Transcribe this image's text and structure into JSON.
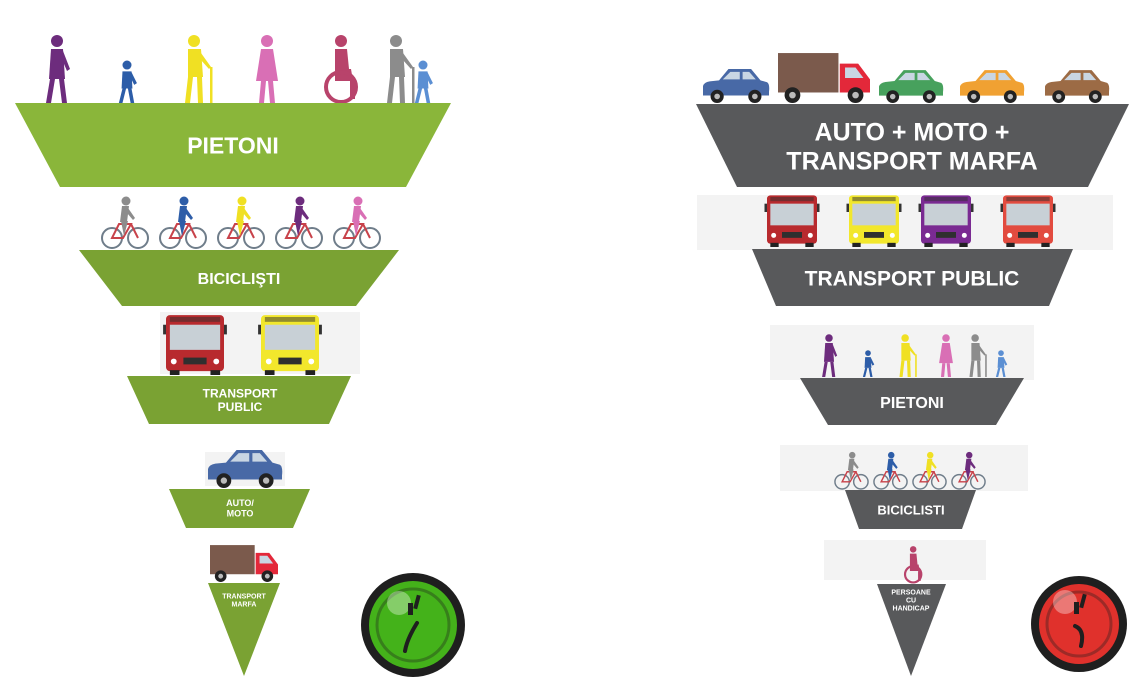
{
  "colors": {
    "good_tier": "#7aa233",
    "good_tier_top": "#8ab63a",
    "bad_tier": "#58595b",
    "good_badge": "#44b21a",
    "bad_badge": "#e0312c",
    "purple": "#6d2c7d",
    "blue": "#2d5da8",
    "yellow": "#f0e023",
    "pink": "#d96fb5",
    "magenta": "#b8436b",
    "gray": "#8c8c8c",
    "lightblue": "#5b8fd3",
    "bus_red": "#b82a2e",
    "bus_yellow": "#f2e72c",
    "bus_purple": "#7a2a92",
    "bus_coral": "#e24b3f",
    "truck_brown": "#7b5a4c",
    "truck_red": "#e3283a",
    "car_blue": "#4869a6",
    "car_green": "#47a15d",
    "car_orange": "#f0a132",
    "car_brown": "#9c6b45"
  },
  "good_pyramid": {
    "tiers": [
      {
        "label_lines": [
          "PIETONI"
        ],
        "icons": "pedestrians"
      },
      {
        "label_lines": [
          "BICICLIŞTI"
        ],
        "icons": "cyclists"
      },
      {
        "label_lines": [
          "TRANSPORT",
          "PUBLIC"
        ],
        "icons": "buses"
      },
      {
        "label_lines": [
          "AUTO/",
          "MOTO"
        ],
        "icons": "car"
      },
      {
        "label_lines": [
          "TRANSPORT",
          "MARFA"
        ],
        "icons": "truck"
      }
    ],
    "badge_icon": "smiley-face-icon"
  },
  "bad_pyramid": {
    "tiers": [
      {
        "label_lines": [
          "AUTO + MOTO +",
          "TRANSPORT MARFA"
        ],
        "icons": "cars-and-truck"
      },
      {
        "label_lines": [
          "TRANSPORT PUBLIC"
        ],
        "icons": "buses"
      },
      {
        "label_lines": [
          "PIETONI"
        ],
        "icons": "pedestrians"
      },
      {
        "label_lines": [
          "BICICLISTI"
        ],
        "icons": "cyclists"
      },
      {
        "label_lines": [
          "PERSOANE",
          "CU",
          "HANDICAP"
        ],
        "icons": "wheelchair"
      }
    ],
    "badge_icon": "sad-face-icon"
  }
}
